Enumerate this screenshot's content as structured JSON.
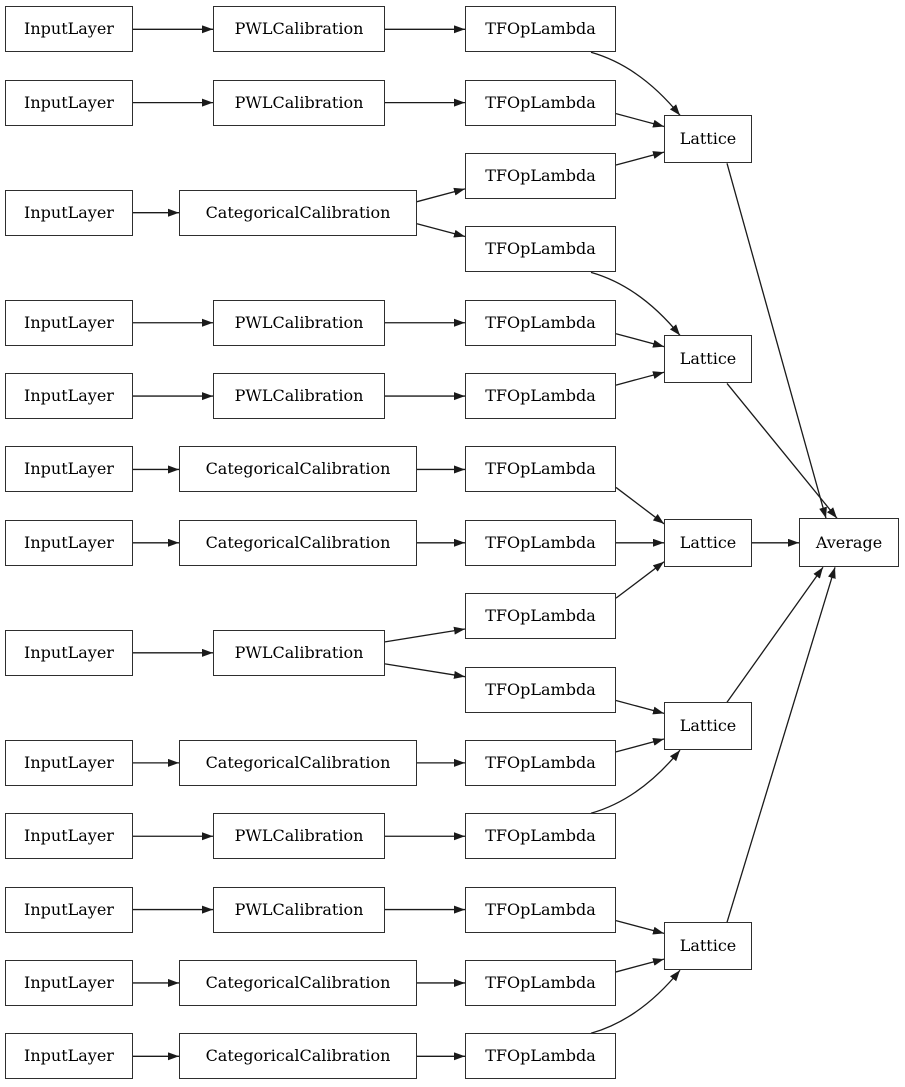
{
  "diagram": {
    "type": "model-architecture-graph",
    "colors": {
      "background": "#ffffff",
      "node_fill": "#ffffff",
      "node_border": "#2e2e2e",
      "edge": "#1a1a1a",
      "text": "#000000"
    },
    "nodes": [
      {
        "id": "in0",
        "type": "InputLayer",
        "label": "InputLayer",
        "row": 0
      },
      {
        "id": "in1",
        "type": "InputLayer",
        "label": "InputLayer",
        "row": 1
      },
      {
        "id": "in2",
        "type": "InputLayer",
        "label": "InputLayer",
        "row": 2.5
      },
      {
        "id": "in3",
        "type": "InputLayer",
        "label": "InputLayer",
        "row": 4
      },
      {
        "id": "in4",
        "type": "InputLayer",
        "label": "InputLayer",
        "row": 5
      },
      {
        "id": "in5",
        "type": "InputLayer",
        "label": "InputLayer",
        "row": 6
      },
      {
        "id": "in6",
        "type": "InputLayer",
        "label": "InputLayer",
        "row": 7
      },
      {
        "id": "in7",
        "type": "InputLayer",
        "label": "InputLayer",
        "row": 8.5
      },
      {
        "id": "in8",
        "type": "InputLayer",
        "label": "InputLayer",
        "row": 10
      },
      {
        "id": "in9",
        "type": "InputLayer",
        "label": "InputLayer",
        "row": 11
      },
      {
        "id": "in10",
        "type": "InputLayer",
        "label": "InputLayer",
        "row": 12
      },
      {
        "id": "in11",
        "type": "InputLayer",
        "label": "InputLayer",
        "row": 13
      },
      {
        "id": "in12",
        "type": "InputLayer",
        "label": "InputLayer",
        "row": 14
      },
      {
        "id": "cal0",
        "type": "PWLCalibration",
        "label": "PWLCalibration",
        "row": 0
      },
      {
        "id": "cal1",
        "type": "PWLCalibration",
        "label": "PWLCalibration",
        "row": 1
      },
      {
        "id": "cal2",
        "type": "CategoricalCalibration",
        "label": "CategoricalCalibration",
        "row": 2.5
      },
      {
        "id": "cal3",
        "type": "PWLCalibration",
        "label": "PWLCalibration",
        "row": 4
      },
      {
        "id": "cal4",
        "type": "PWLCalibration",
        "label": "PWLCalibration",
        "row": 5
      },
      {
        "id": "cal5",
        "type": "CategoricalCalibration",
        "label": "CategoricalCalibration",
        "row": 6
      },
      {
        "id": "cal6",
        "type": "CategoricalCalibration",
        "label": "CategoricalCalibration",
        "row": 7
      },
      {
        "id": "cal7",
        "type": "PWLCalibration",
        "label": "PWLCalibration",
        "row": 8.5
      },
      {
        "id": "cal8",
        "type": "CategoricalCalibration",
        "label": "CategoricalCalibration",
        "row": 10
      },
      {
        "id": "cal9",
        "type": "PWLCalibration",
        "label": "PWLCalibration",
        "row": 11
      },
      {
        "id": "cal10",
        "type": "PWLCalibration",
        "label": "PWLCalibration",
        "row": 12
      },
      {
        "id": "cal11",
        "type": "CategoricalCalibration",
        "label": "CategoricalCalibration",
        "row": 13
      },
      {
        "id": "cal12",
        "type": "CategoricalCalibration",
        "label": "CategoricalCalibration",
        "row": 14
      },
      {
        "id": "lam0",
        "type": "TFOpLambda",
        "label": "TFOpLambda",
        "row": 0
      },
      {
        "id": "lam1",
        "type": "TFOpLambda",
        "label": "TFOpLambda",
        "row": 1
      },
      {
        "id": "lam2",
        "type": "TFOpLambda",
        "label": "TFOpLambda",
        "row": 2
      },
      {
        "id": "lam3",
        "type": "TFOpLambda",
        "label": "TFOpLambda",
        "row": 3
      },
      {
        "id": "lam4",
        "type": "TFOpLambda",
        "label": "TFOpLambda",
        "row": 4
      },
      {
        "id": "lam5",
        "type": "TFOpLambda",
        "label": "TFOpLambda",
        "row": 5
      },
      {
        "id": "lam6",
        "type": "TFOpLambda",
        "label": "TFOpLambda",
        "row": 6
      },
      {
        "id": "lam7",
        "type": "TFOpLambda",
        "label": "TFOpLambda",
        "row": 7
      },
      {
        "id": "lam8",
        "type": "TFOpLambda",
        "label": "TFOpLambda",
        "row": 8
      },
      {
        "id": "lam9",
        "type": "TFOpLambda",
        "label": "TFOpLambda",
        "row": 9
      },
      {
        "id": "lam10",
        "type": "TFOpLambda",
        "label": "TFOpLambda",
        "row": 10
      },
      {
        "id": "lam11",
        "type": "TFOpLambda",
        "label": "TFOpLambda",
        "row": 11
      },
      {
        "id": "lam12",
        "type": "TFOpLambda",
        "label": "TFOpLambda",
        "row": 12
      },
      {
        "id": "lam13",
        "type": "TFOpLambda",
        "label": "TFOpLambda",
        "row": 13
      },
      {
        "id": "lam14",
        "type": "TFOpLambda",
        "label": "TFOpLambda",
        "row": 14
      },
      {
        "id": "lat0",
        "type": "Lattice",
        "label": "Lattice",
        "row": 1.5
      },
      {
        "id": "lat1",
        "type": "Lattice",
        "label": "Lattice",
        "row": 4.5
      },
      {
        "id": "lat2",
        "type": "Lattice",
        "label": "Lattice",
        "row": 7
      },
      {
        "id": "lat3",
        "type": "Lattice",
        "label": "Lattice",
        "row": 9.5
      },
      {
        "id": "lat4",
        "type": "Lattice",
        "label": "Lattice",
        "row": 12.5
      },
      {
        "id": "avg",
        "type": "Average",
        "label": "Average",
        "row": 7
      }
    ],
    "edges": [
      [
        "in0",
        "cal0"
      ],
      [
        "in1",
        "cal1"
      ],
      [
        "in2",
        "cal2"
      ],
      [
        "in3",
        "cal3"
      ],
      [
        "in4",
        "cal4"
      ],
      [
        "in5",
        "cal5"
      ],
      [
        "in6",
        "cal6"
      ],
      [
        "in7",
        "cal7"
      ],
      [
        "in8",
        "cal8"
      ],
      [
        "in9",
        "cal9"
      ],
      [
        "in10",
        "cal10"
      ],
      [
        "in11",
        "cal11"
      ],
      [
        "in12",
        "cal12"
      ],
      [
        "cal0",
        "lam0"
      ],
      [
        "cal1",
        "lam1"
      ],
      [
        "cal2",
        "lam2"
      ],
      [
        "cal2",
        "lam3"
      ],
      [
        "cal3",
        "lam4"
      ],
      [
        "cal4",
        "lam5"
      ],
      [
        "cal5",
        "lam6"
      ],
      [
        "cal6",
        "lam7"
      ],
      [
        "cal7",
        "lam8"
      ],
      [
        "cal7",
        "lam9"
      ],
      [
        "cal8",
        "lam10"
      ],
      [
        "cal9",
        "lam11"
      ],
      [
        "cal10",
        "lam12"
      ],
      [
        "cal11",
        "lam13"
      ],
      [
        "cal12",
        "lam14"
      ],
      [
        "lam0",
        "lat0"
      ],
      [
        "lam1",
        "lat0"
      ],
      [
        "lam2",
        "lat0"
      ],
      [
        "lam3",
        "lat1"
      ],
      [
        "lam4",
        "lat1"
      ],
      [
        "lam5",
        "lat1"
      ],
      [
        "lam6",
        "lat2"
      ],
      [
        "lam7",
        "lat2"
      ],
      [
        "lam8",
        "lat2"
      ],
      [
        "lam9",
        "lat3"
      ],
      [
        "lam10",
        "lat3"
      ],
      [
        "lam11",
        "lat3"
      ],
      [
        "lam12",
        "lat4"
      ],
      [
        "lam13",
        "lat4"
      ],
      [
        "lam14",
        "lat4"
      ],
      [
        "lat0",
        "avg"
      ],
      [
        "lat1",
        "avg"
      ],
      [
        "lat2",
        "avg"
      ],
      [
        "lat3",
        "avg"
      ],
      [
        "lat4",
        "avg"
      ]
    ]
  }
}
